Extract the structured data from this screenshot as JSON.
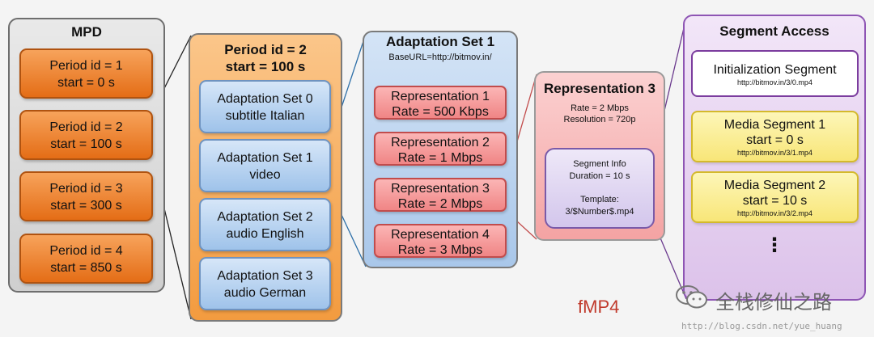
{
  "mpd": {
    "title": "MPD",
    "periods": [
      {
        "line1": "Period id = 1",
        "line2": "start = 0 s"
      },
      {
        "line1": "Period id = 2",
        "line2": "start = 100 s"
      },
      {
        "line1": "Period id = 3",
        "line2": "start = 300 s"
      },
      {
        "line1": "Period id = 4",
        "line2": "start = 850 s"
      }
    ]
  },
  "period": {
    "title1": "Period id = 2",
    "title2": "start = 100 s",
    "adaptation_sets": [
      {
        "line1": "Adaptation Set 0",
        "line2": "subtitle Italian"
      },
      {
        "line1": "Adaptation Set 1",
        "line2": "video"
      },
      {
        "line1": "Adaptation Set 2",
        "line2": "audio English"
      },
      {
        "line1": "Adaptation Set 3",
        "line2": "audio German"
      }
    ]
  },
  "adaptation_set": {
    "title": "Adaptation Set 1",
    "base_url": "BaseURL=http://bitmov.in/",
    "representations": [
      {
        "line1": "Representation 1",
        "line2": "Rate = 500 Kbps"
      },
      {
        "line1": "Representation 2",
        "line2": "Rate = 1 Mbps"
      },
      {
        "line1": "Representation 3",
        "line2": "Rate = 2 Mbps"
      },
      {
        "line1": "Representation 4",
        "line2": "Rate = 3 Mbps"
      }
    ]
  },
  "representation": {
    "title": "Representation 3",
    "rate": "Rate = 2 Mbps",
    "resolution": "Resolution = 720p",
    "segment_info": {
      "title": "Segment Info",
      "duration": "Duration = 10 s",
      "template_label": "Template:",
      "template_value": "3/$Number$.mp4"
    }
  },
  "segment_access": {
    "title": "Segment Access",
    "init": {
      "name": "Initialization Segment",
      "url": "http://bitmov.in/3/0.mp4"
    },
    "media": [
      {
        "name": "Media Segment 1",
        "start": "start = 0 s",
        "url": "http://bitmov.in/3/1.mp4"
      },
      {
        "name": "Media Segment 2",
        "start": "start = 10 s",
        "url": "http://bitmov.in/3/2.mp4"
      }
    ],
    "ellipsis": "⋮"
  },
  "footer": {
    "format_label": "fMP4",
    "watermark_text": "全栈修仙之路",
    "watermark_url": "http://blog.csdn.net/yue_huang"
  },
  "colors": {
    "period_orange": "#e46d16",
    "adaptation_blue": "#9fc3ea",
    "representation_red": "#f08585",
    "segment_purple": "#8e55b4",
    "media_yellow": "#f8e678",
    "fmp4_red": "#c0392b"
  }
}
